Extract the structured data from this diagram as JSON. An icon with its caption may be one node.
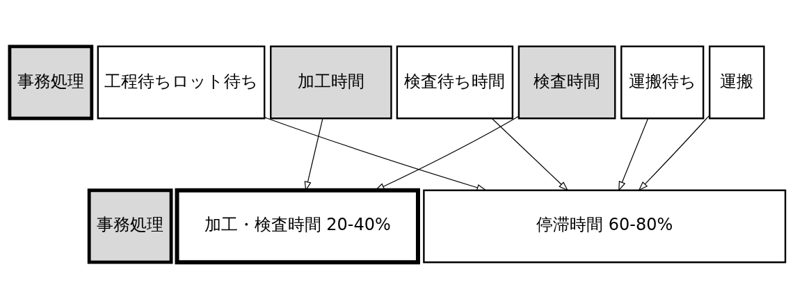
{
  "diagram": {
    "nodes": [
      {
        "text": [
          "事務処理"
        ]
      },
      {
        "text": [
          "工程待ちロット待ち"
        ]
      },
      {
        "text": [
          "加工時間"
        ]
      },
      {
        "text": [
          "検査待ち時間"
        ]
      },
      {
        "text": [
          "検査時間"
        ]
      },
      {
        "text": [
          "運搬待ち"
        ]
      },
      {
        "text": [
          "運搬"
        ]
      },
      {
        "text": [
          "事務処理"
        ]
      },
      {
        "text": [
          "加工・検査時間 20-40%"
        ]
      },
      {
        "text": [
          "停滞時間 60-80%"
        ]
      }
    ],
    "edges": [
      {
        "from": 1,
        "to": 9,
        "arrow": "to"
      },
      {
        "from": 2,
        "to": 8,
        "arrow": "to"
      },
      {
        "from": 4,
        "to": 8,
        "arrow": "to"
      },
      {
        "from": 3,
        "to": 9,
        "arrow": "to"
      },
      {
        "from": 5,
        "to": 9,
        "arrow": "to"
      },
      {
        "from": 6,
        "to": 9,
        "arrow": "to"
      }
    ]
  }
}
